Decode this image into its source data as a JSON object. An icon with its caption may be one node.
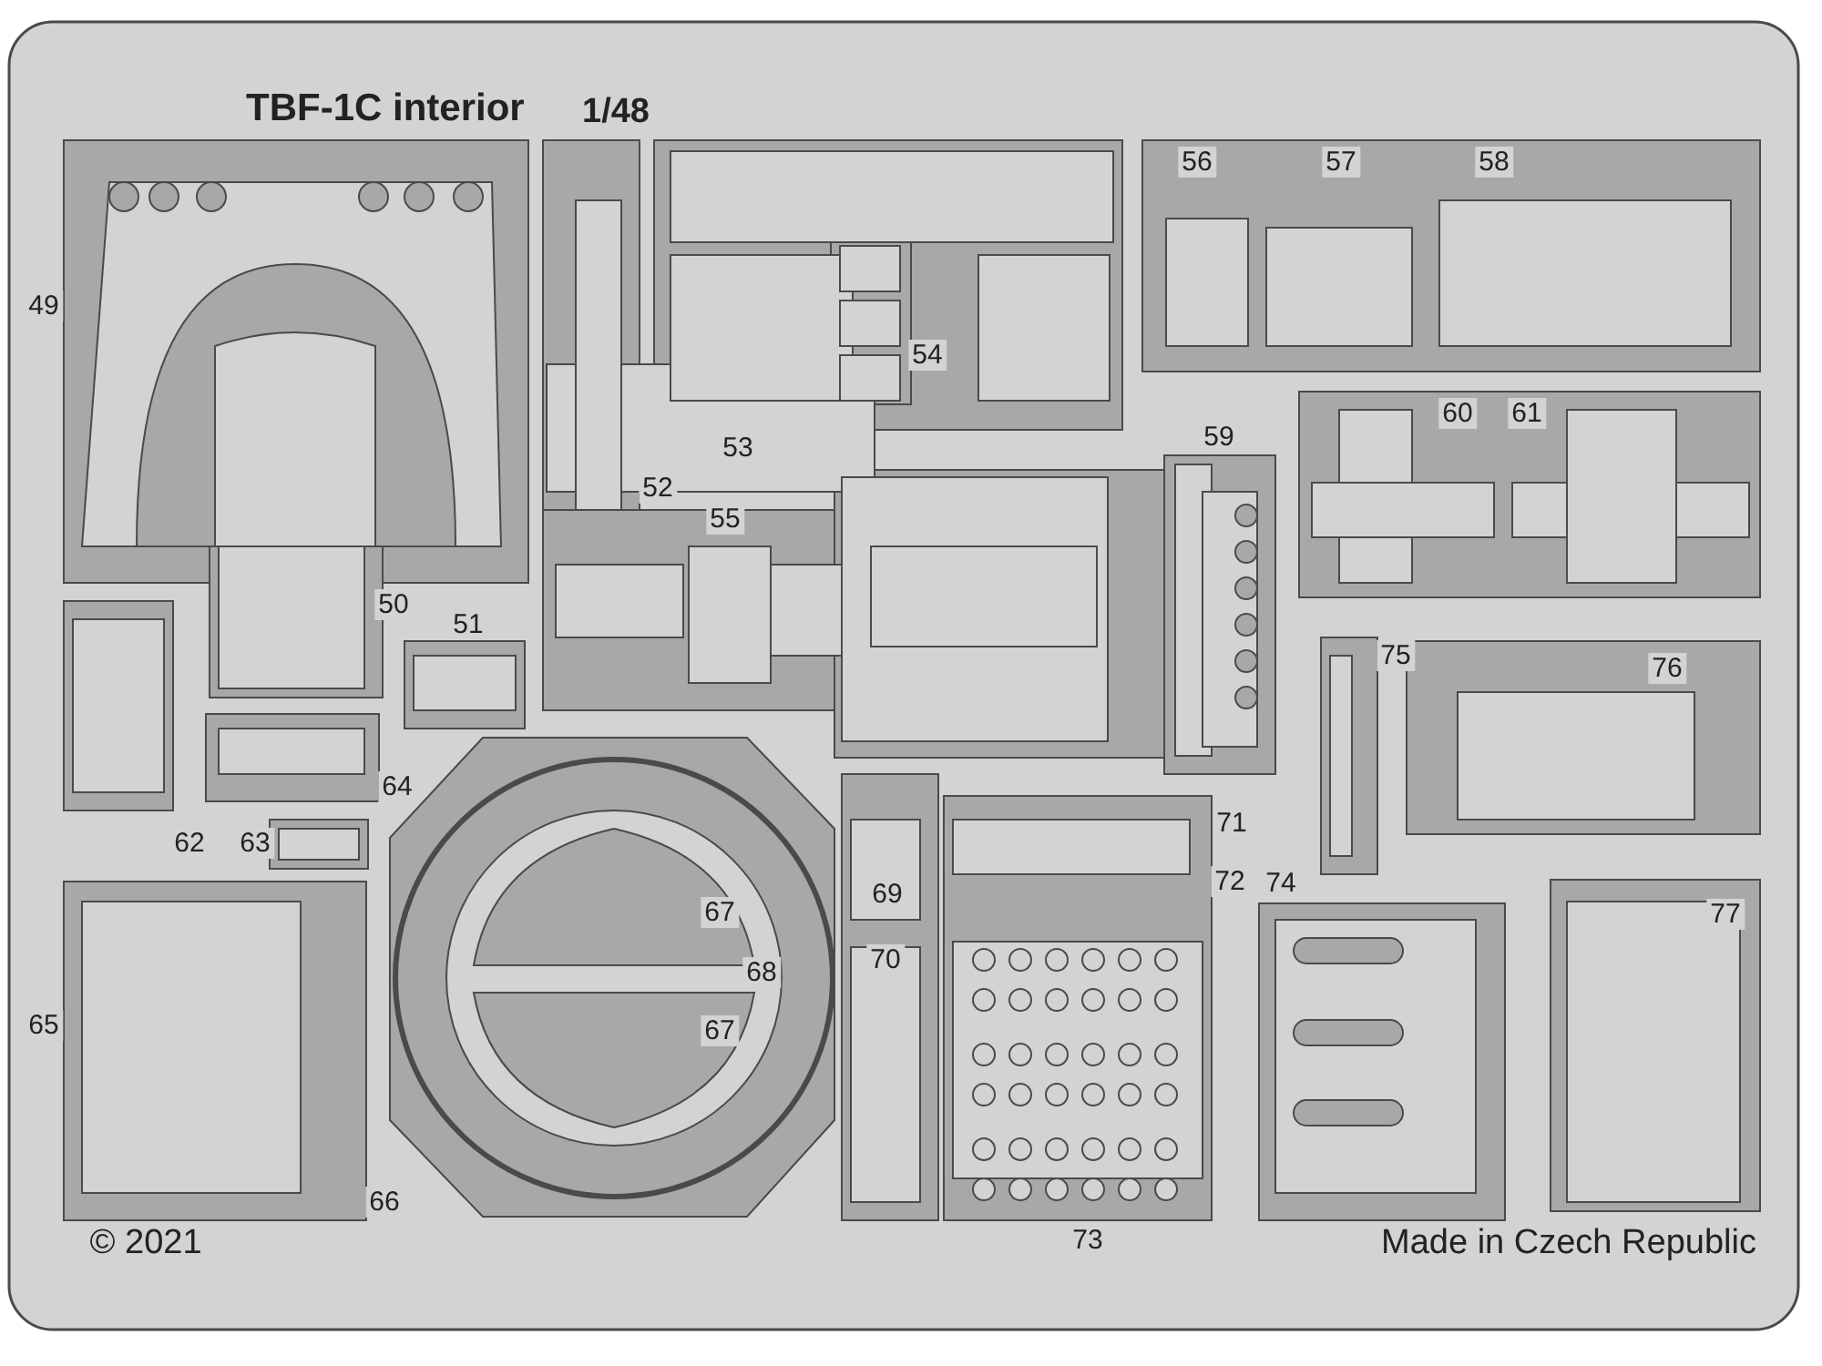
{
  "diagram": {
    "title": "TBF-1C interior",
    "labels": [
      "1/48",
      "56",
      "57",
      "58",
      "49",
      "54",
      "60",
      "61",
      "53",
      "59",
      "52",
      "55",
      "50",
      "51",
      "75",
      "76",
      "64",
      "62",
      "63",
      "71",
      "72",
      "74",
      "69",
      "77",
      "67",
      "68",
      "70",
      "67",
      "65",
      "66",
      "73",
      "© 2021",
      "Made in Czech Republic"
    ]
  }
}
